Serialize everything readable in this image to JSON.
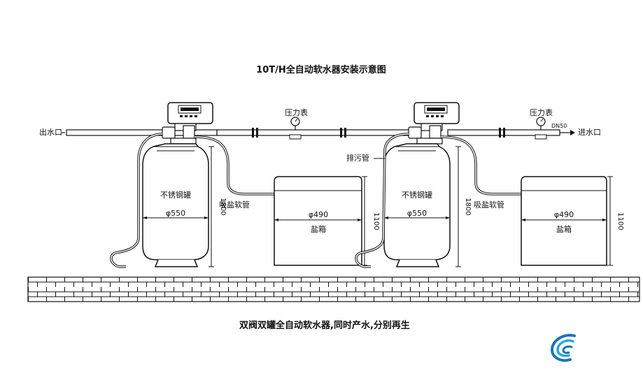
{
  "title": "10T/H全自动软水器安装示意图",
  "caption": "双阀双罐全自动软水器,同时产水,分别再生",
  "outlet_label": "出水口",
  "inlet_label": "进水口",
  "pressure_gauge_label": "压力表",
  "pipe_size_label": "DN50",
  "drain_label": "排污管",
  "brine_hose_label": "吸盐软管",
  "tank_label": "不锈钢罐",
  "tank_diameter": "φ550",
  "tank_height": "1800",
  "brine_box_label": "盐箱",
  "brine_box_diameter": "φ490",
  "brine_box_height": "1100",
  "colors": {
    "line": "#111111",
    "logo_primary": "#1f73b8",
    "logo_accent": "#2aa7e0"
  },
  "icons": [
    "logo-icon"
  ]
}
